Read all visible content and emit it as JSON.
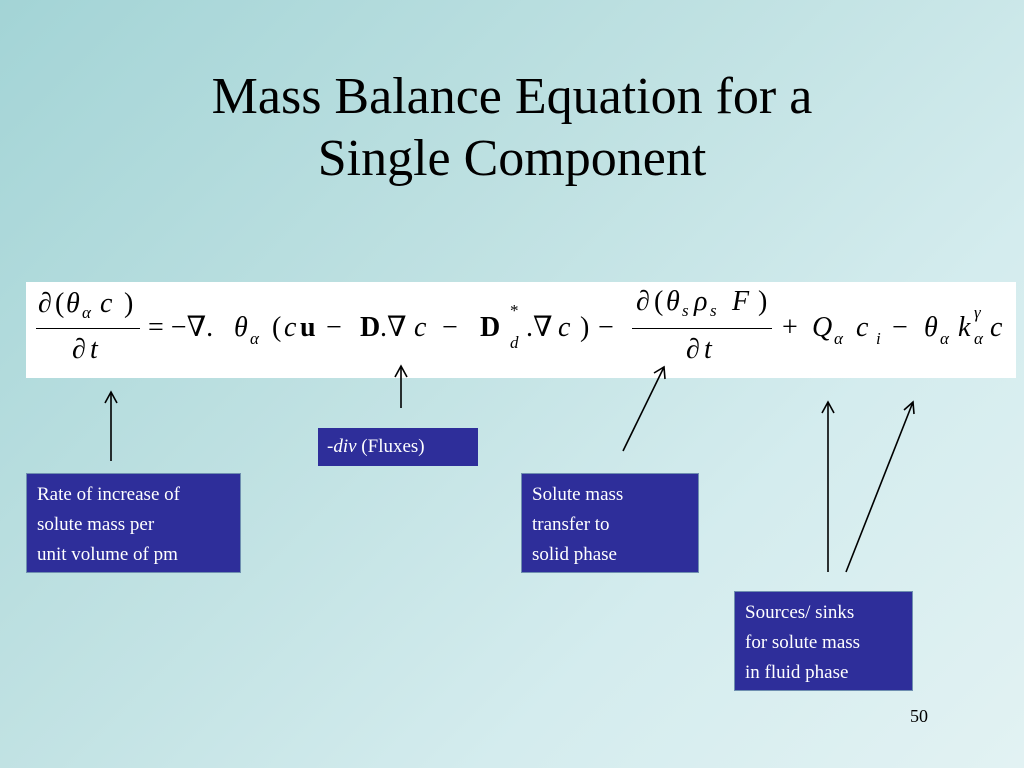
{
  "slide": {
    "title_line1": "Mass Balance Equation for a",
    "title_line2": "Single Component",
    "page_number": "50"
  },
  "equation": {
    "partial": "∂",
    "open_paren": "(",
    "close_paren": ")",
    "theta": "θ",
    "alpha": "α",
    "c": "c",
    "t": "t",
    "equals_minus_nabla": "= −∇.",
    "u": "u",
    "minus": "−",
    "D": "D",
    "nabla_dot": ".∇",
    "nabla": "∇",
    "dot_nabla": ".∇",
    "star": "*",
    "d": "d",
    "s": "s",
    "rho": "ρ",
    "F": "F",
    "plus": "+",
    "Q": "Q",
    "i": "i",
    "k": "k",
    "gamma": "γ"
  },
  "callouts": {
    "div_prefix": "-",
    "div_italic": "div",
    "div_suffix": " (Fluxes)",
    "rate_lines": [
      "Rate of increase of",
      "solute mass per",
      "unit volume of pm"
    ],
    "solute_lines": [
      "Solute mass",
      "transfer to",
      "solid phase"
    ],
    "sources_lines": [
      "Sources/ sinks",
      "for solute mass",
      "in fluid phase"
    ]
  },
  "colors": {
    "callout_background": "#2e2e9a",
    "callout_text": "#ffffff",
    "equation_background": "#ffffff"
  }
}
